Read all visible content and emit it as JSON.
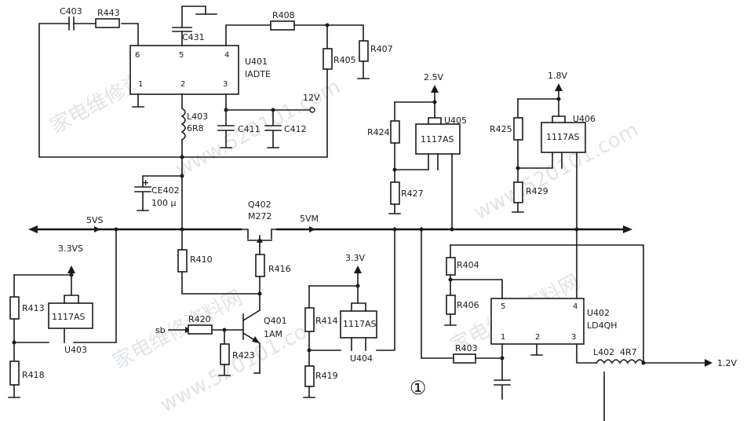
{
  "components": {
    "C403": "C403",
    "R443": "R443",
    "C431": "C431",
    "R408": "R408",
    "R405": "R405",
    "R407": "R407",
    "U401_name": "U401",
    "U401_part": "IADTE",
    "L403": "L403",
    "L403_val": "6R8",
    "C411": "C411",
    "C412": "C412",
    "CE402": "CE402",
    "CE402_val": "100 µ",
    "Q402": "Q402",
    "Q402_part": "M272",
    "R410": "R410",
    "R416": "R416",
    "R420": "R420",
    "R423": "R423",
    "Q401": "Q401",
    "Q401_part": "1AM",
    "R413": "R413",
    "R418": "R418",
    "U403_name": "U403",
    "U403_part": "1117AS",
    "R414": "R414",
    "R419": "R419",
    "U404_name": "U404",
    "U404_part": "1117AS",
    "R424": "R424",
    "R427": "R427",
    "U405_name": "U405",
    "U405_part": "1117AS",
    "R425": "R425",
    "R429": "R429",
    "U406_name": "U406",
    "U406_part": "1117AS",
    "R404": "R404",
    "R406": "R406",
    "R403": "R403",
    "U402_name": "U402",
    "U402_part": "LD4QH",
    "L402": "L402",
    "L402_val": "4R7"
  },
  "pins": {
    "u401_6": "6",
    "u401_5": "5",
    "u401_4": "4",
    "u401_1": "1",
    "u401_2": "2",
    "u401_3": "3",
    "u402_5": "5",
    "u402_4": "4",
    "u402_1": "1",
    "u402_2": "2",
    "u402_3": "3"
  },
  "nets": {
    "v12": "12V",
    "v5vs": "5VS",
    "v5vm": "5VM",
    "v33vs": "3.3VS",
    "v33v": "3.3V",
    "v25": "2.5V",
    "v18": "1.8V",
    "v12b": "1.2V",
    "sb": "sb"
  },
  "figure_mark": "①",
  "watermarks": [
    "家电维修资料网",
    "家电维修资料网",
    "家电维修资料网",
    "www.520101.com",
    "www.520101.com",
    "www.520101.com"
  ]
}
